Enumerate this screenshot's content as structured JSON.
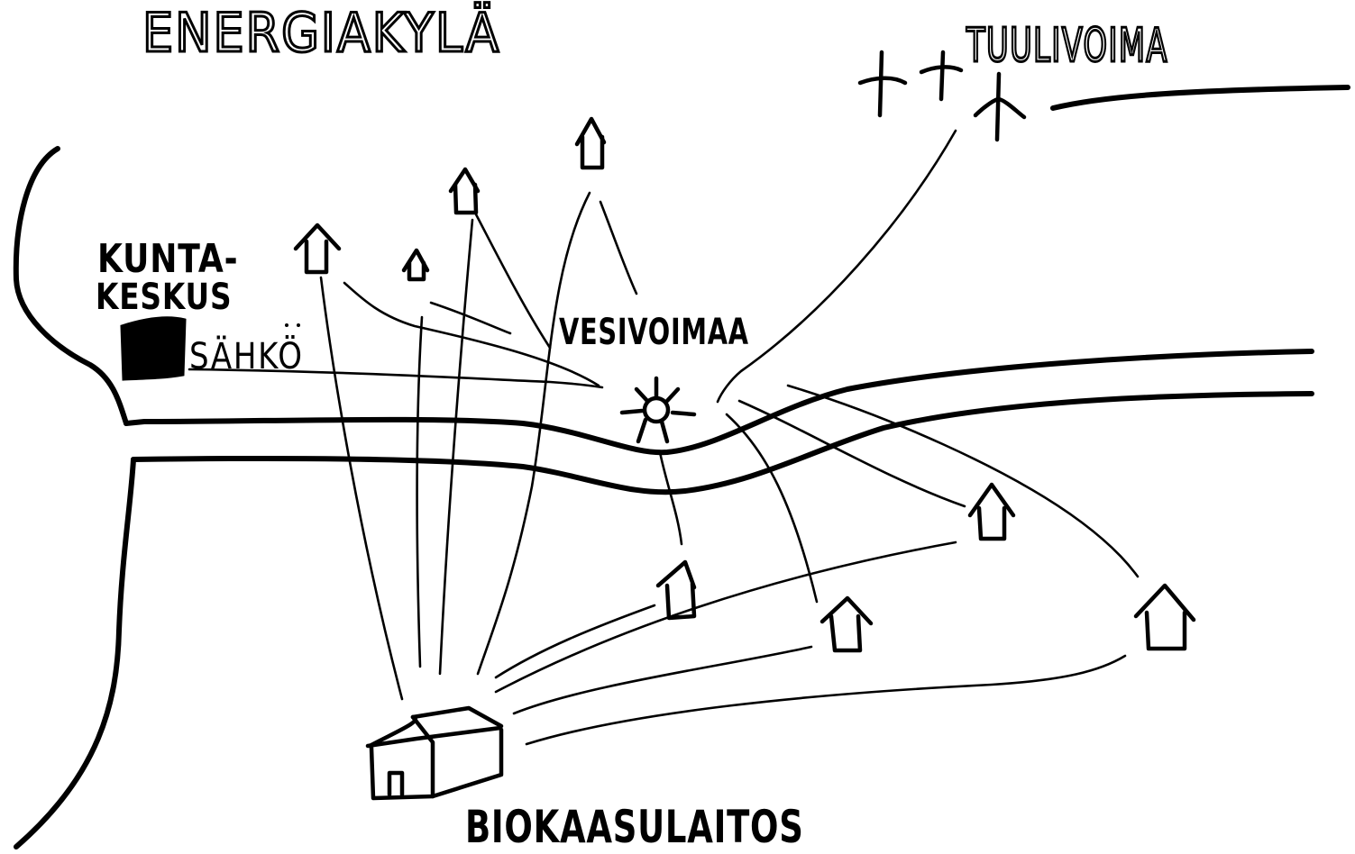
{
  "labels": {
    "title": "ENERGIAKYLÄ",
    "wind": "TUULIVOIMA",
    "municipal_line1": "KUNTA-",
    "municipal_line2": "KESKUS",
    "electricity": "SÄHKÖ",
    "hydro": "VESIVOIMAA",
    "biogas": "BIOKAASULAITOS"
  },
  "icons": {
    "wind_turbine": "wind-turbine-icon",
    "house": "house-icon",
    "water_wheel": "water-wheel-icon",
    "biogas_plant": "biogas-plant-icon",
    "municipal_center": "building-block-icon"
  },
  "colors": {
    "ink": "#000000",
    "paper": "#ffffff"
  }
}
